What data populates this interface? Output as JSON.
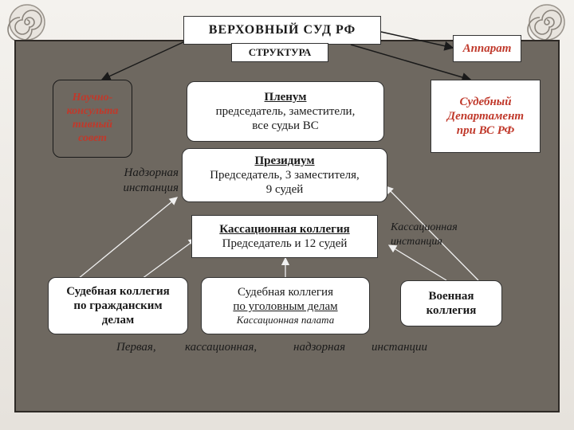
{
  "title": "ВЕРХОВНЫЙ СУД РФ",
  "subtitle": "СТРУКТУРА",
  "apparatus": "Аппарат",
  "council": [
    "Научно-",
    "консульта",
    "тивный",
    "совет"
  ],
  "department": [
    "Судебный",
    "Департамент",
    "при ВС РФ"
  ],
  "plenum": {
    "title": "Пленум",
    "lines": [
      "председатель, заместители,",
      "все судьи ВС"
    ]
  },
  "presidium": {
    "title": "Президиум",
    "lines": [
      "Председатель, 3 заместителя,",
      "9 судей"
    ]
  },
  "supervisory_label": [
    "Надзорная",
    "инстанция"
  ],
  "cassation_board": {
    "title": "Кассационная коллегия",
    "line": "Председатель и 12 судей"
  },
  "cassation_label": [
    "Кассационная",
    "инстанция"
  ],
  "civil": [
    "Судебная коллегия",
    "по гражданским",
    "делам"
  ],
  "criminal": {
    "line1": "Судебная коллегия",
    "line2": "по уголовным делам",
    "line3": "Кассационная палата"
  },
  "military": [
    "Военная",
    "коллегия"
  ],
  "instances": {
    "first": "Первая,",
    "cassation": "кассационная,",
    "supervisory": "надзорная",
    "instances": "инстанции"
  },
  "colors": {
    "panel": "#6e6860",
    "box_border": "#333333",
    "red_text": "#c0392b"
  }
}
